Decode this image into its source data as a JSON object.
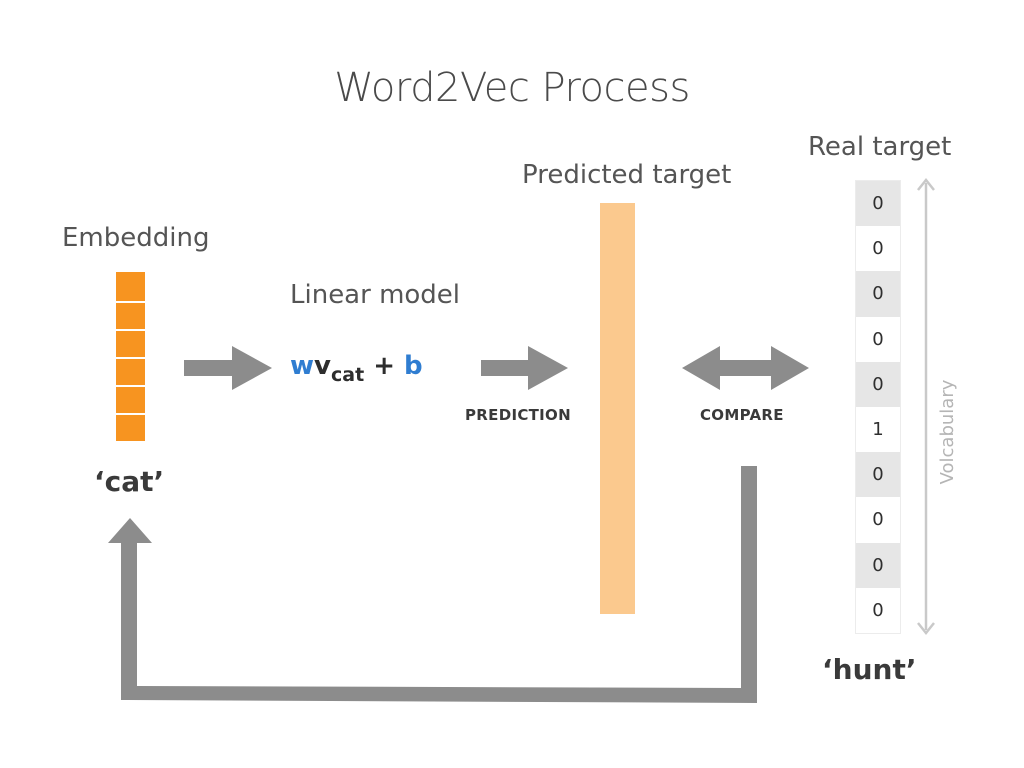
{
  "title": "Word2Vec Process",
  "labels": {
    "embedding": "Embedding",
    "linear_model": "Linear model",
    "predicted_target": "Predicted target",
    "real_target": "Real target",
    "vocabulary": "Volcabulary"
  },
  "formula": {
    "w": "w",
    "v": "v",
    "sub": "cat",
    "plus": " + ",
    "b": "b"
  },
  "captions": {
    "prediction": "PREDICTION",
    "compare": "COMPARE"
  },
  "words": {
    "input": "‘cat’",
    "target": "‘hunt’"
  },
  "real_target_values": [
    "0",
    "0",
    "0",
    "0",
    "0",
    "1",
    "0",
    "0",
    "0",
    "0"
  ],
  "colors": {
    "embedding": "#f79420",
    "predicted": "#fbc98e",
    "arrow": "#8c8c8c",
    "formula_blue": "#2f7dd1",
    "vocab_arrow": "#c9c9c9"
  }
}
